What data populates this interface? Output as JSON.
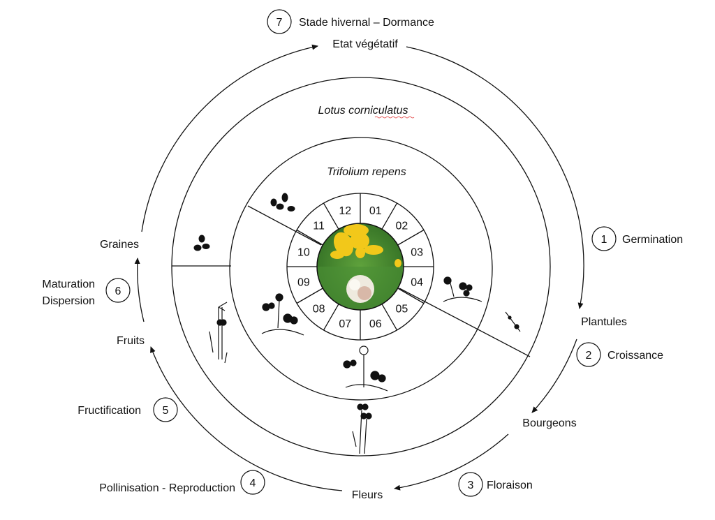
{
  "stages": [
    {
      "number": "1",
      "label": "Germination"
    },
    {
      "number": "2",
      "label": "Croissance"
    },
    {
      "number": "3",
      "label": "Floraison"
    },
    {
      "number": "4",
      "label": "Pollinisation - Reproduction"
    },
    {
      "number": "5",
      "label": "Fructification"
    },
    {
      "number": "6",
      "label_line1": "Maturation",
      "label_line2": "Dispersion"
    },
    {
      "number": "7",
      "label": "Stade hivernal – Dormance"
    }
  ],
  "cycle_states": {
    "vegetative": "Etat végétatif",
    "seedlings": "Plantules",
    "buds": "Bourgeons",
    "flowers": "Fleurs",
    "fruits": "Fruits",
    "seeds": "Graines"
  },
  "species": {
    "outer": "Lotus corniculatus",
    "inner": "Trifolium repens"
  },
  "months": [
    "01",
    "02",
    "03",
    "04",
    "05",
    "06",
    "07",
    "08",
    "09",
    "10",
    "11",
    "12"
  ],
  "colors": {
    "line": "#111111",
    "lotus_flower": "#f2c81a",
    "clover_flower": "#f4f1ea",
    "leaf_green": "#3f8a2c"
  }
}
